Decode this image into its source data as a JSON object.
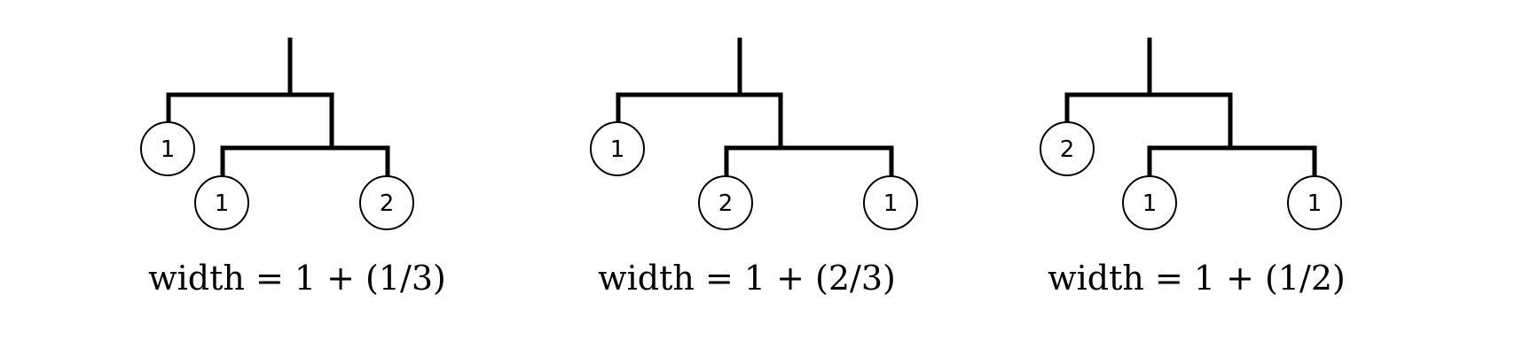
{
  "diagrams": [
    {
      "caption": "width = 1 + (1/3)",
      "leaves": [
        "1",
        "1",
        "2"
      ]
    },
    {
      "caption": "width = 1 + (2/3)",
      "leaves": [
        "1",
        "2",
        "1"
      ]
    },
    {
      "caption": "width = 1 + (1/2)",
      "leaves": [
        "2",
        "1",
        "1"
      ]
    }
  ],
  "colors": {
    "stroke": "#000000",
    "background": "#ffffff"
  }
}
